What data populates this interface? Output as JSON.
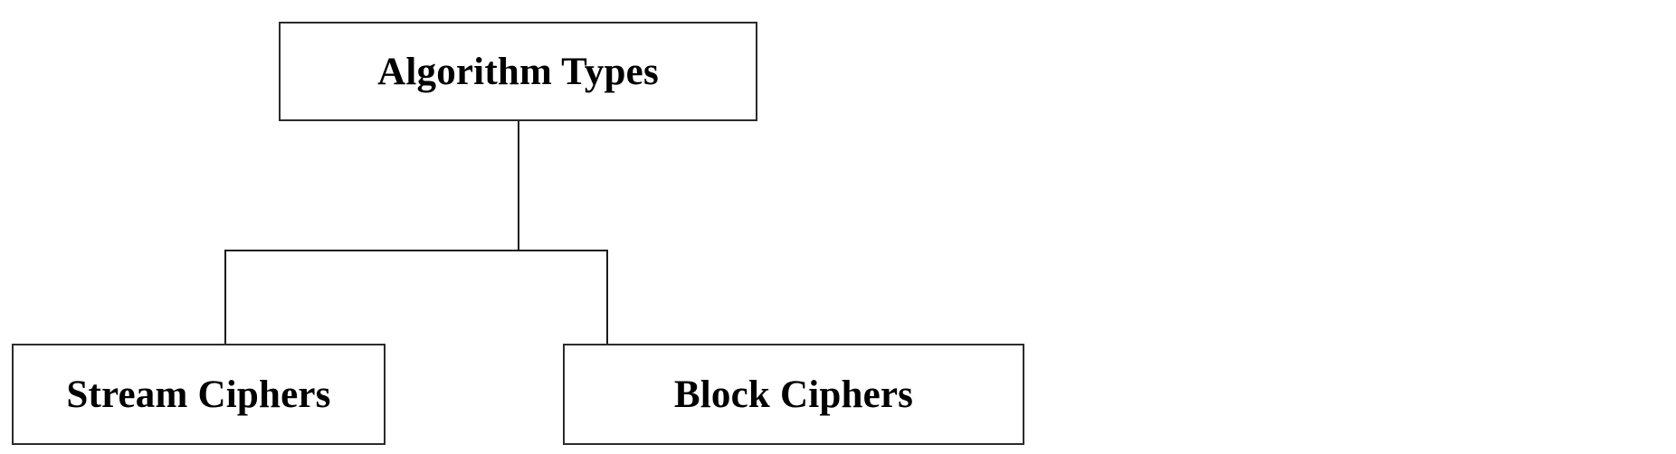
{
  "diagram": {
    "title": "Algorithm Types",
    "type": "tree",
    "background_color": "#ffffff",
    "border_color": "#2b2b2b",
    "text_color": "#000000",
    "nodes": [
      {
        "id": "root",
        "label": "Algorithm Types",
        "level": 0
      },
      {
        "id": "stream",
        "label": "Stream Ciphers",
        "level": 1
      },
      {
        "id": "block",
        "label": "Block Ciphers",
        "level": 1
      }
    ],
    "edges": [
      {
        "from": "root",
        "to": "stream"
      },
      {
        "from": "root",
        "to": "block"
      }
    ]
  }
}
